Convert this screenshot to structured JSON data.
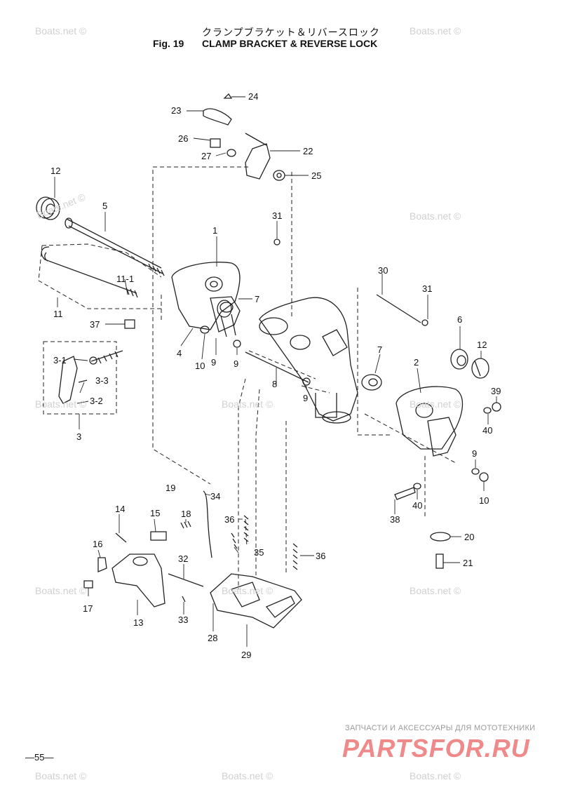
{
  "header": {
    "title_jp": "クランプブラケット＆リバースロック",
    "fig_number": "Fig. 19",
    "title_en": "CLAMP BRACKET & REVERSE LOCK"
  },
  "page_number": "—55—",
  "watermark": "Boats.net ©",
  "brand": {
    "tagline": "ЗАПЧАСТИ И АКСЕССУАРЫ ДЛЯ МОТОТЕХНИКИ",
    "name": "PARTSFOR.RU",
    "color": "#f08a8a"
  },
  "callouts": [
    "1",
    "2",
    "3",
    "3-1",
    "3-2",
    "3-3",
    "4",
    "5",
    "6",
    "7",
    "7",
    "8",
    "9",
    "9",
    "9",
    "9",
    "10",
    "10",
    "11",
    "11-1",
    "12",
    "12",
    "13",
    "14",
    "15",
    "16",
    "17",
    "18",
    "19",
    "20",
    "21",
    "22",
    "23",
    "24",
    "25",
    "26",
    "27",
    "28",
    "29",
    "30",
    "31",
    "31",
    "32",
    "33",
    "34",
    "35",
    "36",
    "36",
    "37",
    "38",
    "39",
    "40",
    "40"
  ]
}
